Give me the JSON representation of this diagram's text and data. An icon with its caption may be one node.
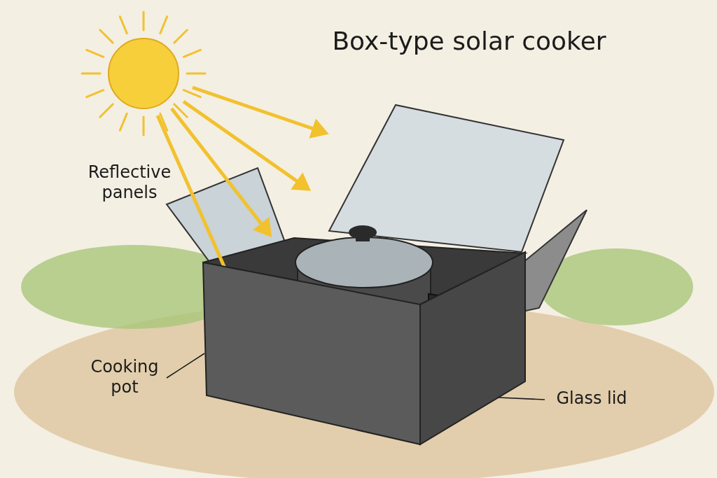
{
  "diagram": {
    "title": "Box-type solar cooker",
    "nodes": [
      {
        "text": [
          "Cooking pot"
        ]
      },
      {
        "text": [],
        "shape": "box"
      },
      {
        "text": [
          "Glass lid"
        ]
      },
      {
        "text": [],
        "shape": "box"
      }
    ],
    "edges": [
      {
        "from": 0,
        "to": 1,
        "arrow": "none"
      },
      {
        "from": 2,
        "to": 3,
        "arrow": "none"
      }
    ],
    "labels": [
      "Reflective panels"
    ]
  }
}
